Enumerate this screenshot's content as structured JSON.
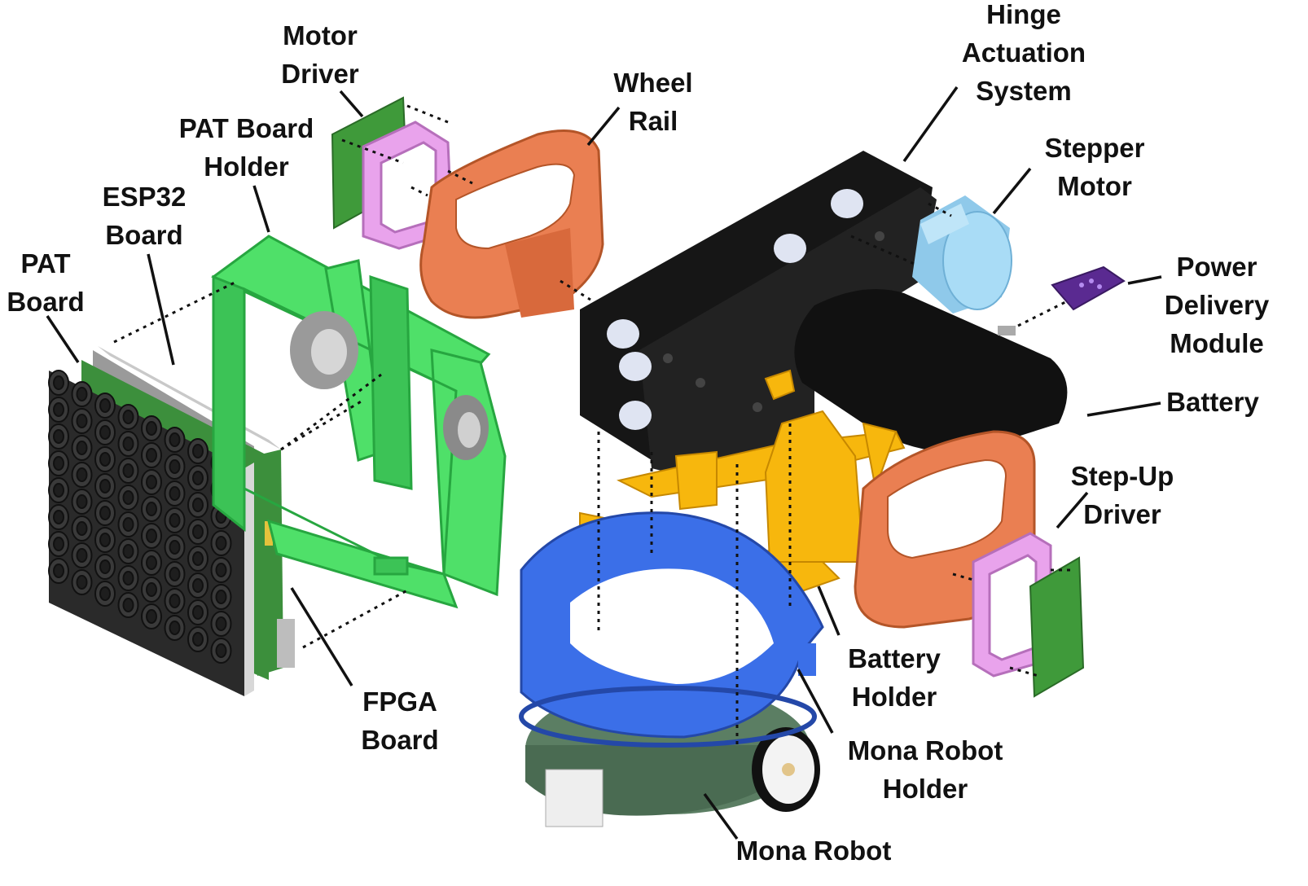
{
  "labels": {
    "motor_driver": [
      "Motor",
      "Driver"
    ],
    "wheel_rail": [
      "Wheel",
      "Rail"
    ],
    "hinge": [
      "Hinge",
      "Actuation",
      "System"
    ],
    "stepper": [
      "Stepper",
      "Motor"
    ],
    "pat_holder": [
      "PAT Board",
      "Holder"
    ],
    "esp32": [
      "ESP32",
      "Board"
    ],
    "pat_board": [
      "PAT",
      "Board"
    ],
    "power": [
      "Power",
      "Delivery",
      "Module"
    ],
    "battery": [
      "Battery"
    ],
    "stepup": [
      "Step-Up",
      "Driver"
    ],
    "battery_holder": [
      "Battery",
      "Holder"
    ],
    "fpga": [
      "FPGA",
      "Board"
    ],
    "mona_holder": [
      "Mona Robot",
      "Holder"
    ],
    "mona": [
      "Mona Robot"
    ]
  },
  "colors": {
    "green_frame": "#4fe069",
    "pcb_green": "#3f9a3a",
    "orange_rail": "#ea7f52",
    "pink_bracket": "#e9a3ec",
    "black_hinge": "#161616",
    "stepper_blue": "#9fd6f3",
    "purple_module": "#5a2a91",
    "yellow_holder": "#f7b70d",
    "blue_holder": "#3b6fe8",
    "mona_pcb": "#5b7e63"
  }
}
